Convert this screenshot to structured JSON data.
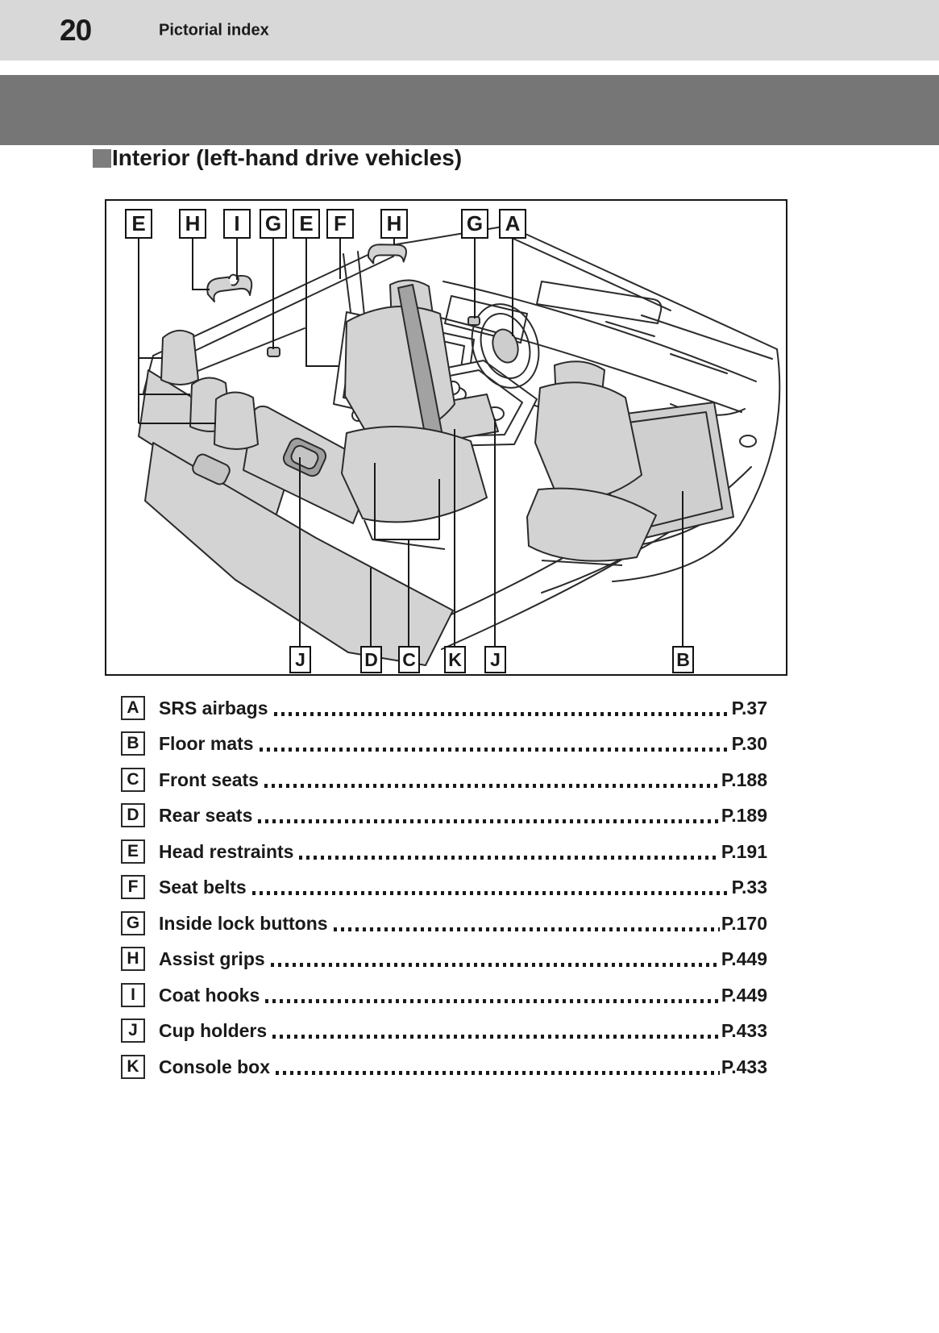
{
  "page_header": {
    "page_number": "20",
    "chapter_title": "Pictorial index"
  },
  "section": {
    "bullet": "■",
    "title": "Interior (left-hand drive vehicles)"
  },
  "diagram": {
    "top_labels": [
      {
        "letter": "E"
      },
      {
        "letter": "H"
      },
      {
        "letter": "I"
      },
      {
        "letter": "G"
      },
      {
        "letter": "E"
      },
      {
        "letter": "F"
      },
      {
        "letter": "H"
      },
      {
        "letter": "G"
      },
      {
        "letter": "A"
      }
    ],
    "bottom_labels": [
      {
        "letter": "J"
      },
      {
        "letter": "D"
      },
      {
        "letter": "C"
      },
      {
        "letter": "K"
      },
      {
        "letter": "J"
      },
      {
        "letter": "B"
      }
    ]
  },
  "index": {
    "items": [
      {
        "letter": "A",
        "label": "SRS airbags",
        "page": "P.37"
      },
      {
        "letter": "B",
        "label": "Floor mats",
        "page": "P.30"
      },
      {
        "letter": "C",
        "label": "Front seats",
        "page": "P.188"
      },
      {
        "letter": "D",
        "label": "Rear seats",
        "page": "P.189"
      },
      {
        "letter": "E",
        "label": "Head restraints",
        "page": "P.191"
      },
      {
        "letter": "F",
        "label": "Seat belts",
        "page": "P.33"
      },
      {
        "letter": "G",
        "label": "Inside lock buttons",
        "page": "P.170"
      },
      {
        "letter": "H",
        "label": "Assist grips",
        "page": "P.449"
      },
      {
        "letter": "I",
        "label": "Coat hooks",
        "page": "P.449"
      },
      {
        "letter": "J",
        "label": "Cup holders",
        "page": "P.433"
      },
      {
        "letter": "K",
        "label": "Console box",
        "page": "P.433"
      }
    ]
  },
  "colors": {
    "header_band": "#d8d8d8",
    "divider_band": "#767676",
    "bullet_gray": "#7d7d7d",
    "ink": "#1a1a1a",
    "line": "#2b2b2b",
    "seat_fill": "#d3d3d3",
    "accent_gray": "#9e9e9e",
    "mat_fill": "#cfcfcf",
    "paper": "#ffffff"
  }
}
